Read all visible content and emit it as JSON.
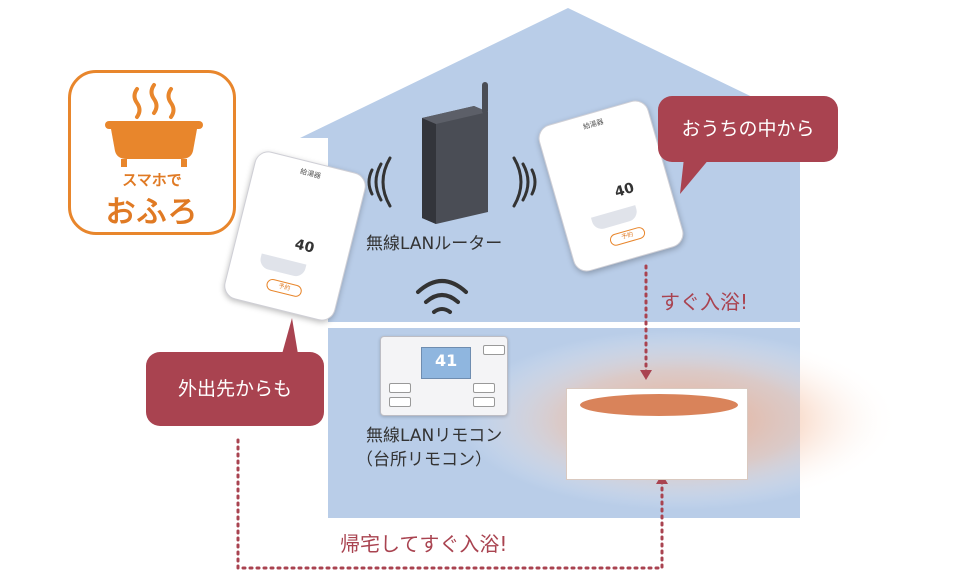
{
  "app_icon": {
    "line1": "スマホで",
    "line2": "おふろ",
    "icon": "bathtub-steam-icon",
    "color": "#e8862c"
  },
  "router": {
    "label": "無線LANルーター",
    "icon": "wifi-router-icon"
  },
  "remote": {
    "label_line1": "無線LANリモコン",
    "label_line2": "（台所リモコン）",
    "display_value": "41"
  },
  "phones": {
    "left": {
      "temp": "40",
      "button": "予約",
      "title": "給湯器"
    },
    "right": {
      "temp": "40",
      "button": "予約",
      "title": "給湯器"
    }
  },
  "callouts": {
    "inside": "おうちの中から",
    "outside": "外出先からも"
  },
  "arrows": {
    "inside_label": "すぐ入浴!",
    "outside_label": "帰宅してすぐ入浴!"
  },
  "colors": {
    "house_fill": "#b9cde8",
    "callout": "#a94350",
    "accent": "#e8862c",
    "water": "#d9835a"
  }
}
